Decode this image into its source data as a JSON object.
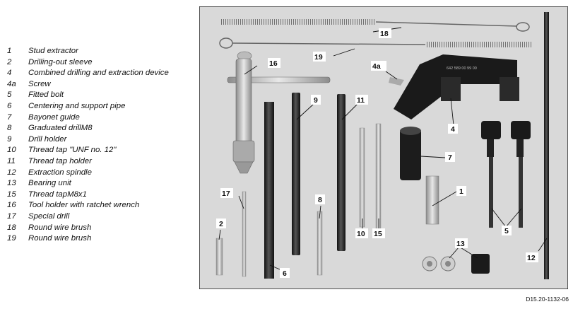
{
  "legend": [
    {
      "num": "1",
      "desc": "Stud extractor"
    },
    {
      "num": "2",
      "desc": "Drilling-out sleeve"
    },
    {
      "num": "4",
      "desc": "Combined drilling and extraction device"
    },
    {
      "num": "4a",
      "desc": "Screw"
    },
    {
      "num": "5",
      "desc": "Fitted bolt"
    },
    {
      "num": "6",
      "desc": "Centering and support pipe"
    },
    {
      "num": "7",
      "desc": "Bayonet guide"
    },
    {
      "num": "8",
      "desc": "Graduated drillM8"
    },
    {
      "num": "9",
      "desc": "Drill holder"
    },
    {
      "num": "10",
      "desc": "Thread tap \"UNF no. 12\""
    },
    {
      "num": "11",
      "desc": "Thread tap holder"
    },
    {
      "num": "12",
      "desc": "Extraction spindle"
    },
    {
      "num": "13",
      "desc": "Bearing unit"
    },
    {
      "num": "15",
      "desc": "Thread tapM8x1"
    },
    {
      "num": "16",
      "desc": "Tool holder with ratchet wrench"
    },
    {
      "num": "17",
      "desc": "Special drill"
    },
    {
      "num": "18",
      "desc": "Round wire brush"
    },
    {
      "num": "19",
      "desc": "Round wire brush"
    }
  ],
  "callouts": {
    "c1": "1",
    "c2": "2",
    "c4": "4",
    "c4a": "4a",
    "c5": "5",
    "c6": "6",
    "c7": "7",
    "c8": "8",
    "c9": "9",
    "c10": "10",
    "c11": "11",
    "c12": "12",
    "c13": "13",
    "c15": "15",
    "c16": "16",
    "c17": "17",
    "c18": "18",
    "c19": "19"
  },
  "part_number": "642 589 00 99 00",
  "figure_code": "D15.20-1132-06"
}
